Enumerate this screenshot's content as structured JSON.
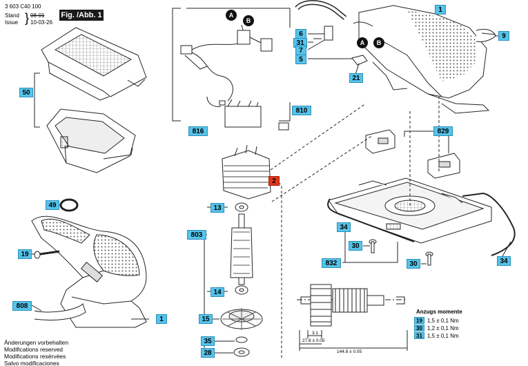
{
  "header": {
    "doc_number": "3 603 C40 100",
    "stand_label": "Stand",
    "stand_value": "08-01",
    "issue_label": "Issue",
    "issue_value": "10-03-26",
    "figure_label": "Fig. /Abb. 1"
  },
  "connectors": {
    "a": "A",
    "b": "B"
  },
  "parts": {
    "p1_top": "1",
    "p9": "9",
    "p6": "6",
    "p31": "31",
    "p7": "7",
    "p5": "5",
    "p21": "21",
    "p50": "50",
    "p810": "810",
    "p816": "816",
    "p829": "829",
    "p2": "2",
    "p49": "49",
    "p13": "13",
    "p803": "803",
    "p19": "19",
    "p14": "14",
    "p808": "808",
    "p1_bottom": "1",
    "p15": "15",
    "p35": "35",
    "p28": "28",
    "p34_left": "34",
    "p30_left": "30",
    "p832": "832",
    "p30_right": "30",
    "p34_right": "34"
  },
  "dimensions": {
    "d1": "3.1",
    "d2": "27.8 ± 0.05",
    "d3": "144.8 ± 0.05"
  },
  "torque": {
    "title": "Anzugs momente",
    "rows": [
      {
        "part": "19",
        "value": "1,5 ± 0,1 Nm"
      },
      {
        "part": "30",
        "value": "1,2 ± 0,1 Nm"
      },
      {
        "part": "31",
        "value": "1,5 ± 0,1 Nm"
      }
    ]
  },
  "footer": {
    "lines": [
      "Änderungen vorbehalten",
      "Modifications reserved",
      "Modifications resérvées",
      "Salvo modificaciones"
    ]
  },
  "colors": {
    "label_fill": "#56c3ea",
    "label_highlight": "#e0361b",
    "figure_box": "#1a1a1a"
  }
}
